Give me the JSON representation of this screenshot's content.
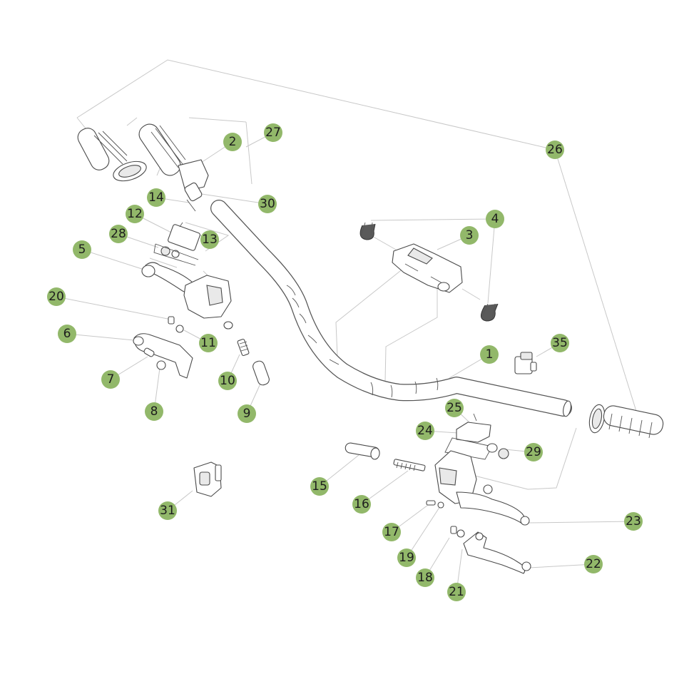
{
  "diagram": {
    "badge_color": "#92b86a",
    "callouts": [
      {
        "id": "c1",
        "label": "1"
      },
      {
        "id": "c2",
        "label": "2"
      },
      {
        "id": "c3",
        "label": "3"
      },
      {
        "id": "c4",
        "label": "4"
      },
      {
        "id": "c5",
        "label": "5"
      },
      {
        "id": "c6",
        "label": "6"
      },
      {
        "id": "c7",
        "label": "7"
      },
      {
        "id": "c8",
        "label": "8"
      },
      {
        "id": "c9",
        "label": "9"
      },
      {
        "id": "c10",
        "label": "10"
      },
      {
        "id": "c11",
        "label": "11"
      },
      {
        "id": "c12",
        "label": "12"
      },
      {
        "id": "c13",
        "label": "13"
      },
      {
        "id": "c14",
        "label": "14"
      },
      {
        "id": "c15",
        "label": "15"
      },
      {
        "id": "c16",
        "label": "16"
      },
      {
        "id": "c17",
        "label": "17"
      },
      {
        "id": "c18",
        "label": "18"
      },
      {
        "id": "c19",
        "label": "19"
      },
      {
        "id": "c20",
        "label": "20"
      },
      {
        "id": "c21",
        "label": "21"
      },
      {
        "id": "c22",
        "label": "22"
      },
      {
        "id": "c23",
        "label": "23"
      },
      {
        "id": "c24",
        "label": "24"
      },
      {
        "id": "c25",
        "label": "25"
      },
      {
        "id": "c26",
        "label": "26"
      },
      {
        "id": "c27",
        "label": "27"
      },
      {
        "id": "c28",
        "label": "28"
      },
      {
        "id": "c29",
        "label": "29"
      },
      {
        "id": "c30",
        "label": "30"
      },
      {
        "id": "c31",
        "label": "31"
      },
      {
        "id": "c35",
        "label": "35"
      }
    ]
  }
}
